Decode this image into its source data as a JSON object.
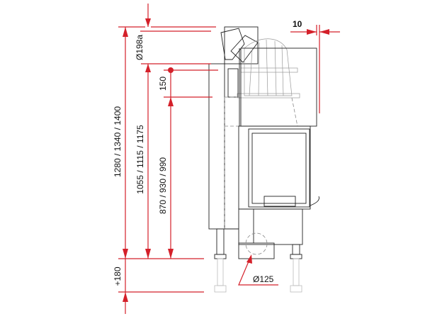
{
  "dimensions": {
    "total_height": "1280 / 1340 / 1400",
    "middle_height": "1055 / 1115 / 1175",
    "inner_height": "870 / 930 / 990",
    "flue_diameter": "Ø198a",
    "offset": "150",
    "leg_extension": "+180",
    "air_inlet_diameter": "Ø125",
    "glass_offset": "10"
  },
  "colors": {
    "dimension": "#d4202a",
    "outline": "#222222"
  }
}
